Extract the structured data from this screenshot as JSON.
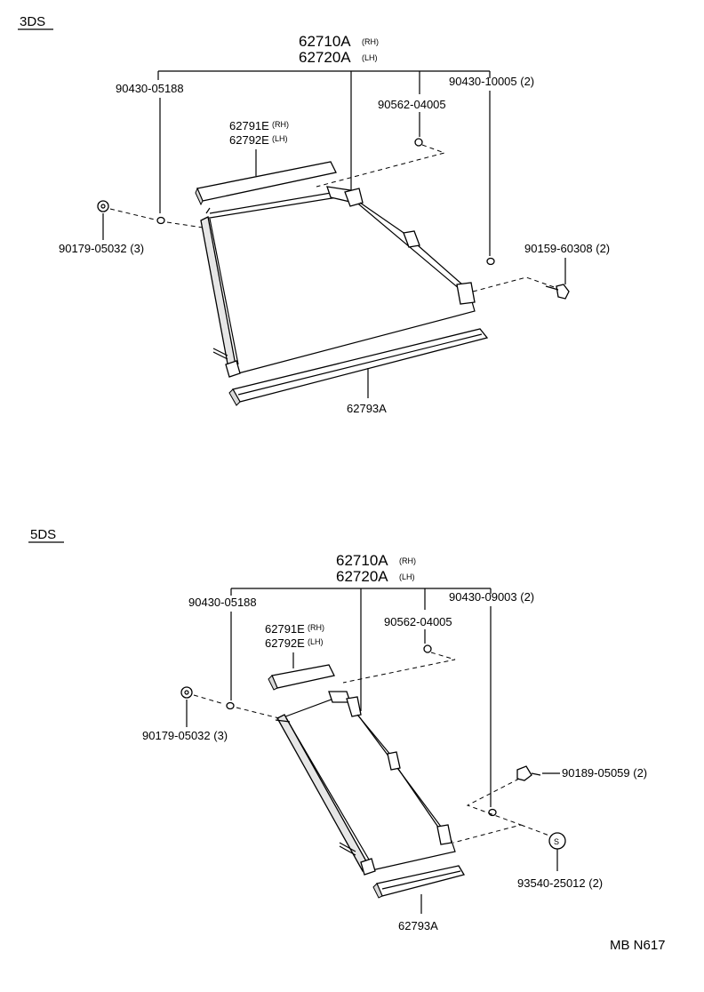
{
  "diagram_code": "MB N617",
  "sections": [
    {
      "title": "3DS",
      "parts": {
        "shade_assy_rh_num": "62710A",
        "shade_assy_rh_side": "(RH)",
        "shade_assy_lh_num": "62720A",
        "shade_assy_lh_side": "(LH)",
        "washer_left": "90430-05188",
        "washer_right": "90430-10005 (2)",
        "clip": "90562-04005",
        "cover_rh_num": "62791E",
        "cover_rh_side": "(RH)",
        "cover_lh_num": "62792E",
        "cover_lh_side": "(LH)",
        "nut_left": "90179-05032 (3)",
        "bolt_right": "90159-60308 (2)",
        "garnish": "62793A"
      }
    },
    {
      "title": "5DS",
      "parts": {
        "shade_assy_rh_num": "62710A",
        "shade_assy_rh_side": "(RH)",
        "shade_assy_lh_num": "62720A",
        "shade_assy_lh_side": "(LH)",
        "washer_left": "90430-05188",
        "washer_right": "90430-09003 (2)",
        "clip": "90562-04005",
        "cover_rh_num": "62791E",
        "cover_rh_side": "(RH)",
        "cover_lh_num": "62792E",
        "cover_lh_side": "(LH)",
        "nut_left": "90179-05032 (3)",
        "screw_right": "90189-05059 (2)",
        "screw_cap": "93540-25012 (2)",
        "screw_cap_mark": "S",
        "garnish": "62793A"
      }
    }
  ]
}
